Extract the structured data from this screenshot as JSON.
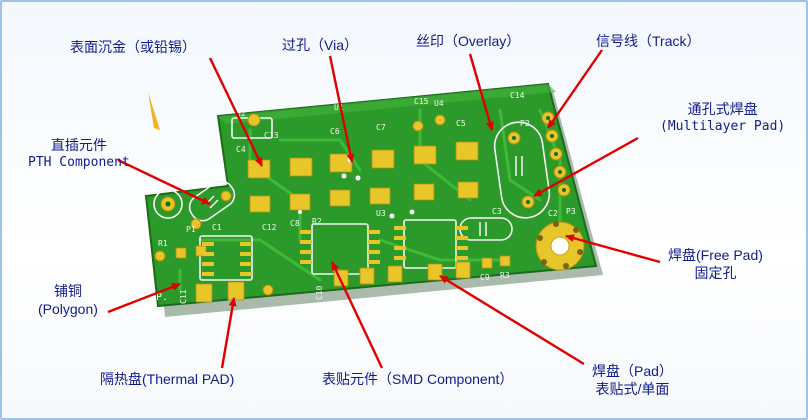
{
  "labels": {
    "surface_finish": "表面沉金（或铅锡）",
    "via": "过孔（Via）",
    "overlay": "丝印（Overlay）",
    "track": "信号线（Track）",
    "multilayer_pad_cn": "通孔式焊盘",
    "multilayer_pad_en": "(Multilayer Pad)",
    "pth_cn": "直插元件",
    "pth_en": "PTH Component",
    "free_pad_cn": "焊盘(Free Pad)",
    "free_pad_cn2": "固定孔",
    "polygon_cn": "铺铜",
    "polygon_en": "(Polygon)",
    "thermal_pad": "隔热盘(Thermal PAD)",
    "smd_component": "表贴元件（SMD Component）",
    "pad_cn": "焊盘（Pad）",
    "pad_cn2": "表贴式/单面"
  },
  "silkscreen": {
    "u1": "U1",
    "u2": "U2",
    "u3": "U3",
    "u4": "U4",
    "c1": "C1",
    "c2": "C2",
    "c3": "C3",
    "c4": "C4",
    "c5": "C5",
    "c6": "C6",
    "c7": "C7",
    "c8": "C8",
    "c9": "C9",
    "c10": "C10",
    "c11": "C11",
    "c12": "C12",
    "c13": "C13",
    "c14": "C14",
    "c15": "C15",
    "r1": "R1",
    "r2": "R2",
    "r3": "R3",
    "p1": "P1",
    "p2": "P2",
    "p3": "P3",
    "amp": "AMP."
  },
  "colors": {
    "board": "#2b9a2a",
    "board_edge": "#1b6b1b",
    "pad": "#e8c62a",
    "label": "#0f1c8c",
    "arrow": "#e00000"
  }
}
